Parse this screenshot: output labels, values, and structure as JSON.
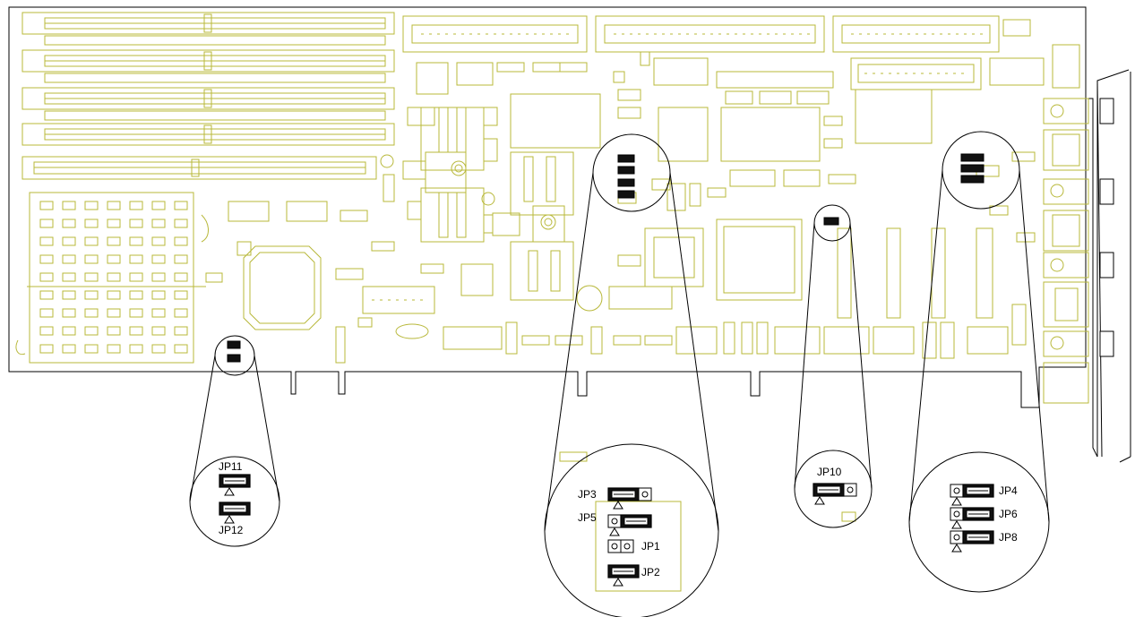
{
  "colors": {
    "trace": "#b8b83a",
    "ink": "#000000",
    "background": "#ffffff"
  },
  "callouts": {
    "jp11": "JP11",
    "jp12": "JP12",
    "jp3": "JP3",
    "jp5": "JP5",
    "jp1": "JP1",
    "jp2": "JP2",
    "jp10": "JP10",
    "jp4": "JP4",
    "jp6": "JP6",
    "jp8": "JP8"
  }
}
